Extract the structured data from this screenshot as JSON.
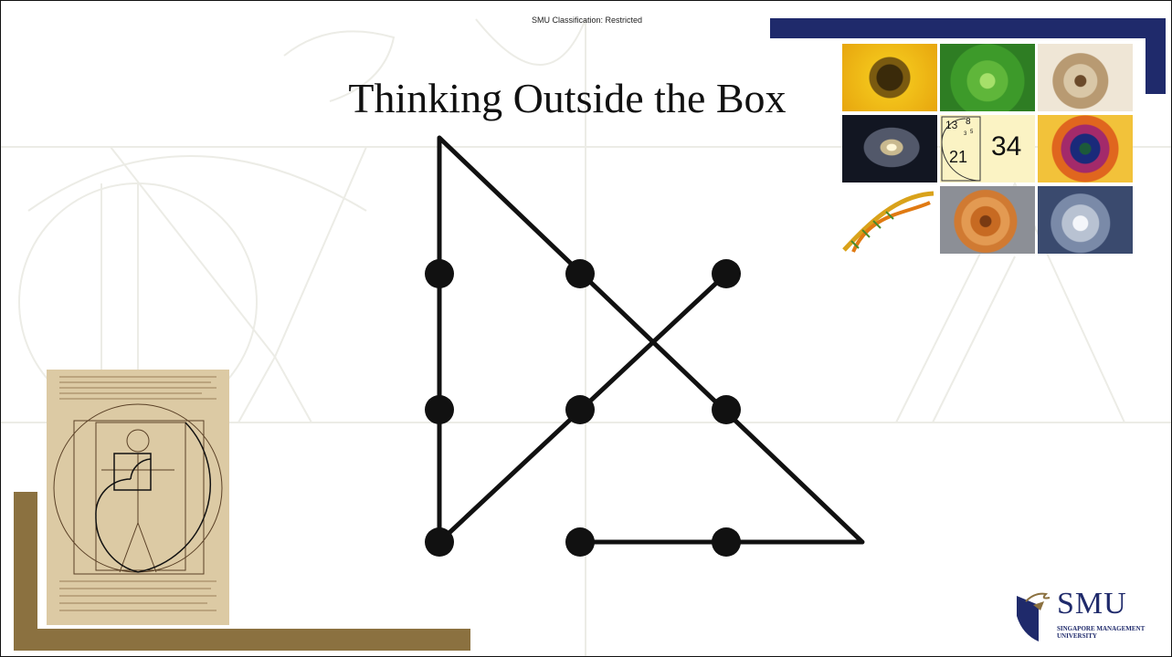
{
  "classification": "SMU Classification: Restricted",
  "title": "Thinking Outside the Box",
  "fibonacci_tile": {
    "n13": "13",
    "n8": "8",
    "n5": "5",
    "n3": "3",
    "n21": "21",
    "n34": "34"
  },
  "logo": {
    "name": "SMU",
    "line1": "SINGAPORE MANAGEMENT",
    "line2": "UNIVERSITY"
  },
  "colors": {
    "navy": "#1f2a6b",
    "gold": "#8b7140",
    "ink": "#111111"
  },
  "icons": [
    "sunflower-image",
    "succulent-spiral-image",
    "nautilus-shell-image",
    "galaxy-image",
    "fibonacci-numbers-image",
    "flower-spiral-image",
    "dna-helix-image",
    "ammonite-shell-image",
    "hurricane-image",
    "vitruvian-man-image",
    "smu-lion-logo"
  ]
}
